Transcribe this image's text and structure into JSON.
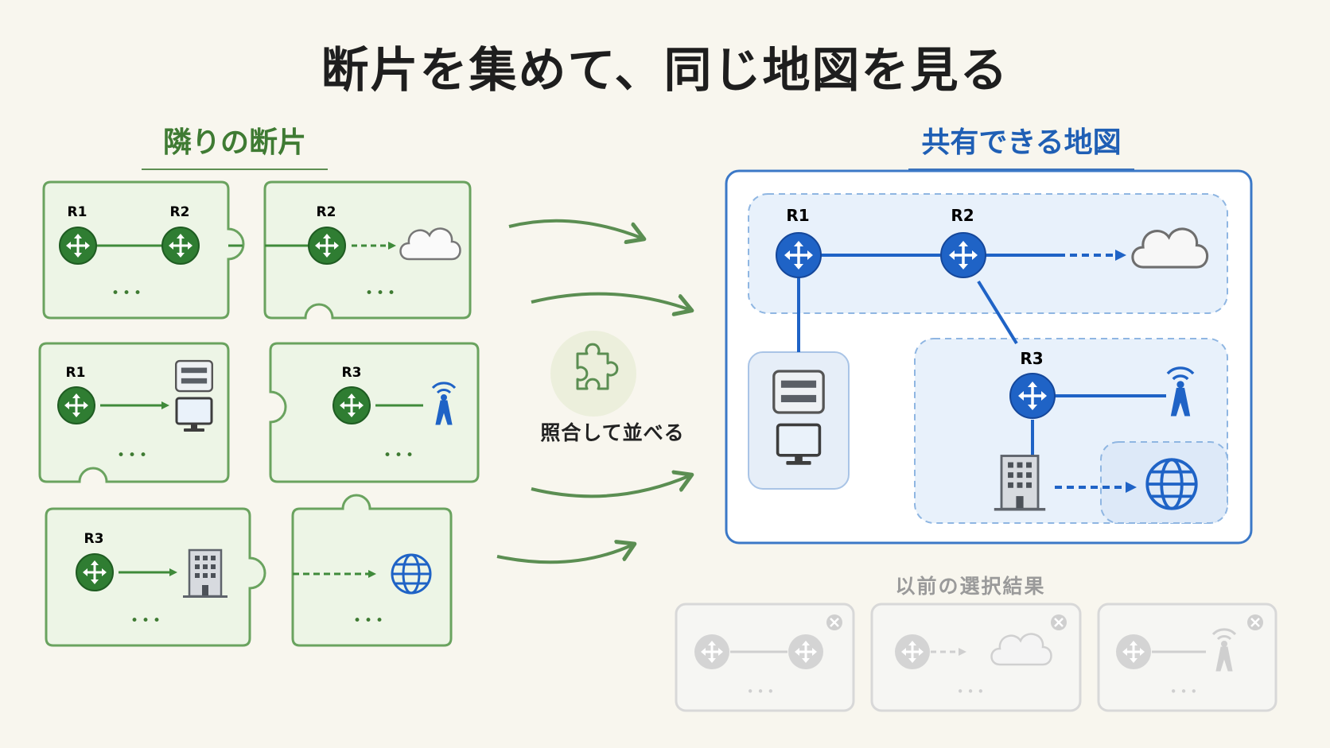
{
  "title": "断片を集めて、同じ地図を見る",
  "left_heading": "隣りの断片",
  "right_heading": "共有できる地図",
  "center_label": "照合して並べる",
  "history_heading": "以前の選択結果",
  "fragment_labels": {
    "f1_a": "R1",
    "f1_b": "R2",
    "f2_a": "R2",
    "f3_a": "R1",
    "f4_a": "R3",
    "f5_a": "R3"
  },
  "map_labels": {
    "r1": "R1",
    "r2": "R2",
    "r3": "R3"
  },
  "ellipsis": "•••",
  "colors": {
    "green": "#3f8a3a",
    "blue": "#1f63c6",
    "grey": "#c9c9c9",
    "background": "#f8f6ee"
  }
}
